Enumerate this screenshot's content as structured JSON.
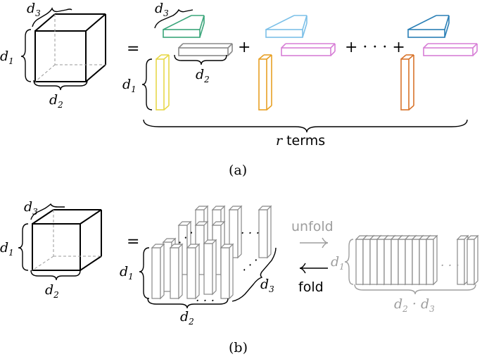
{
  "panel_a": {
    "caption": "(a)",
    "cube_d1": "d",
    "cube_d1_sub": "1",
    "cube_d2": "d",
    "cube_d2_sub": "2",
    "cube_d3": "d",
    "cube_d3_sub": "3",
    "equals": "=",
    "rhs_d3": "d",
    "rhs_d3_sub": "3",
    "rhs_d2": "d",
    "rhs_d2_sub": "2",
    "rhs_d1": "d",
    "rhs_d1_sub": "1",
    "plus": "+",
    "dots_plus": "+ · · · +",
    "terms_r": "r",
    "terms_word": "terms",
    "colors": {
      "term1": {
        "horizontal": "#3aa57a",
        "flat": "#888888",
        "vertical": "#e8d84a"
      },
      "term2": {
        "horizontal": "#7cc0e8",
        "flat": "#d77fd6",
        "vertical": "#e8a024"
      },
      "term3": {
        "horizontal": "#2a7fb6",
        "flat": "#d77fd6",
        "vertical": "#d8732a"
      }
    }
  },
  "panel_b": {
    "caption": "(b)",
    "cube_d1": "d",
    "cube_d1_sub": "1",
    "cube_d2": "d",
    "cube_d2_sub": "2",
    "cube_d3": "d",
    "cube_d3_sub": "3",
    "equals": "=",
    "fib_d1": "d",
    "fib_d1_sub": "1",
    "fib_d2": "d",
    "fib_d2_sub": "2",
    "fib_d3": "d",
    "fib_d3_sub": "3",
    "unfold_label": "unfold",
    "fold_label": "fold",
    "mat_d1": "d",
    "mat_d1_sub": "1",
    "mat_d2d3_a": "d",
    "mat_d2d3_a_sub": "2",
    "mat_dot": " · ",
    "mat_d2d3_b": "d",
    "mat_d2d3_b_sub": "3",
    "ellipsis": ". . ."
  }
}
